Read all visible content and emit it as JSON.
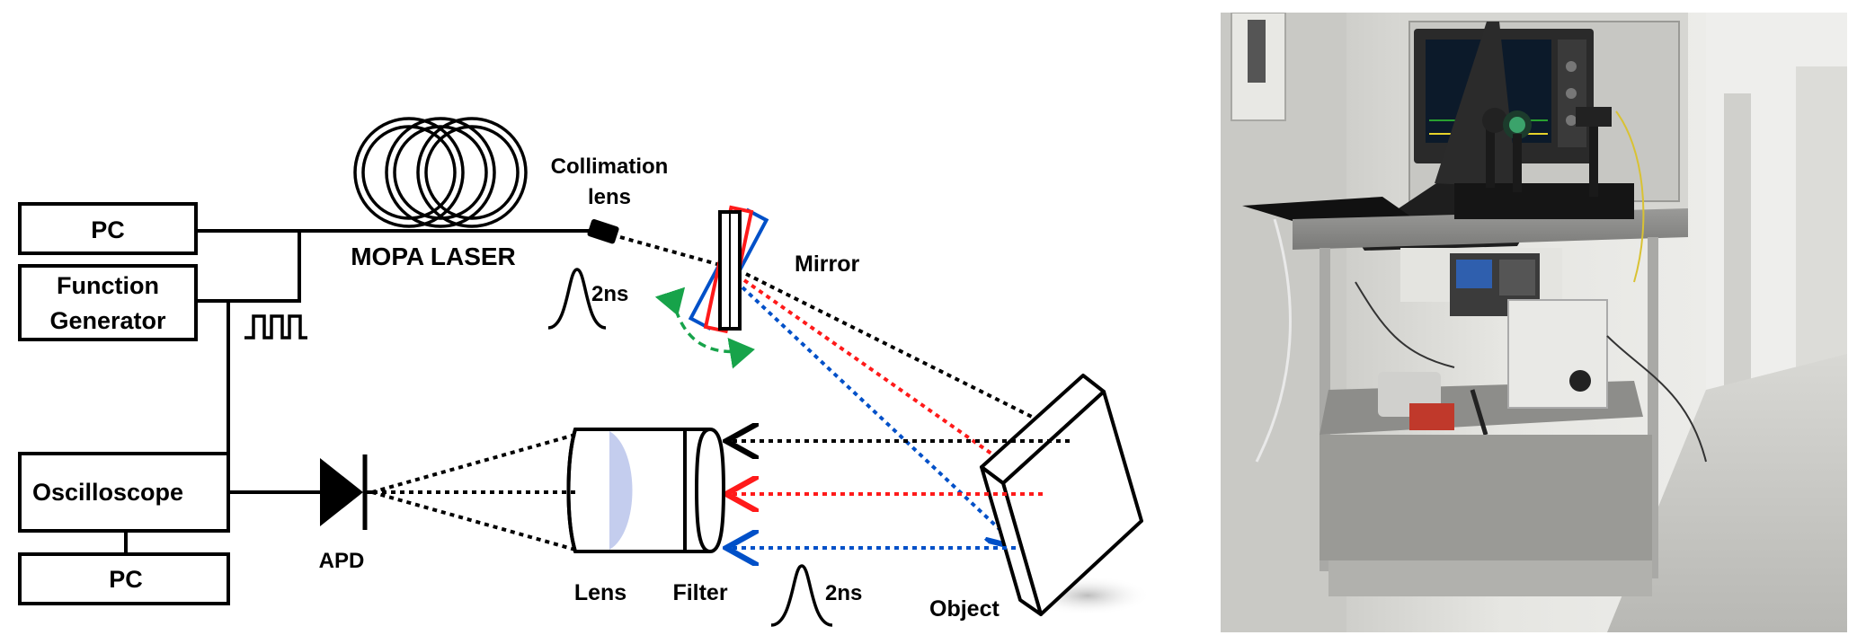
{
  "labels": {
    "pc_top": "PC",
    "function_generator_1": "Function",
    "function_generator_2": "Generator",
    "oscilloscope": "Oscilloscope",
    "pc_bottom": "PC",
    "mopa_laser": "MOPA LASER",
    "collimation_1": "Collimation",
    "collimation_2": "lens",
    "pulse_width_top": "2ns",
    "mirror": "Mirror",
    "apd": "APD",
    "lens": "Lens",
    "filter": "Filter",
    "pulse_width_bottom": "2ns",
    "object": "Object"
  },
  "colors": {
    "line": "#000000",
    "beam_black": "#000000",
    "beam_red": "#ff1a1a",
    "beam_blue": "#0050c8",
    "rotation_arrow": "#17a34a",
    "lens_tint": "#c4cdee"
  },
  "photo": {
    "description_icon": "lab-setup-photo-icon"
  }
}
